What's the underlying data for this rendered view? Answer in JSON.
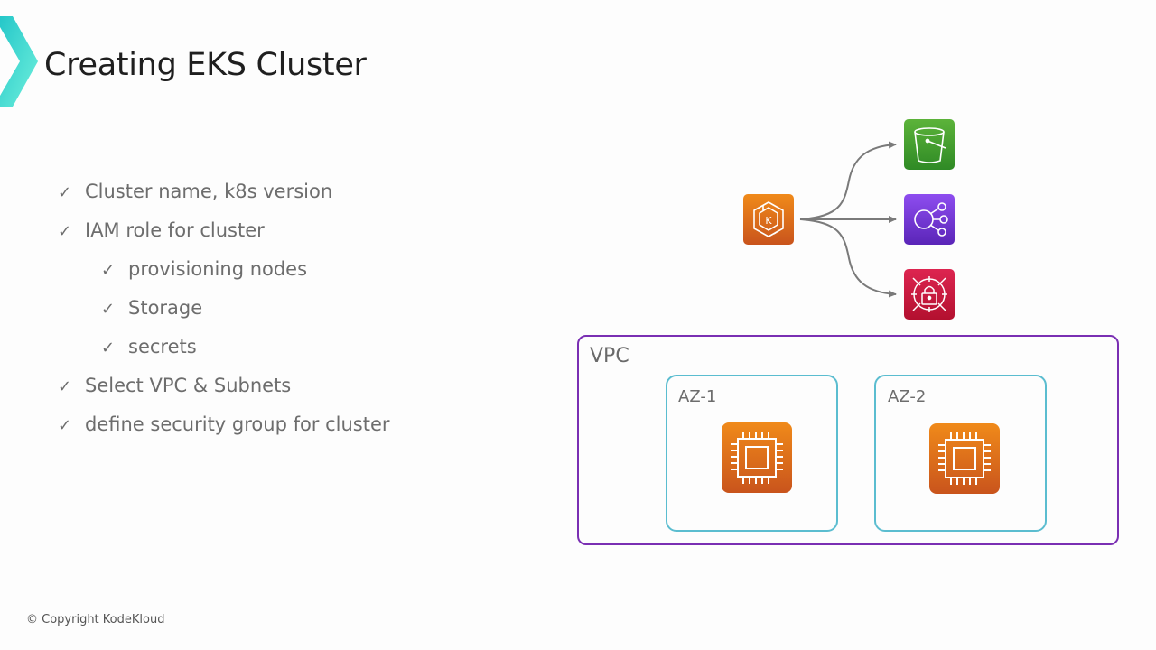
{
  "slide": {
    "title": "Creating EKS Cluster",
    "copyright": "© Copyright KodeKloud"
  },
  "bullets": [
    {
      "text": "Cluster name, k8s version",
      "level": 1
    },
    {
      "text": "IAM role for cluster",
      "level": 1
    },
    {
      "text": "provisioning nodes",
      "level": 2
    },
    {
      "text": "Storage",
      "level": 2
    },
    {
      "text": "secrets",
      "level": 2
    },
    {
      "text": "Select VPC & Subnets",
      "level": 1
    },
    {
      "text": "define security group for cluster",
      "level": 1
    }
  ],
  "bullet_glyph": "✓",
  "diagram": {
    "source_icon": "eks-icon",
    "targets": [
      "s3-bucket-icon",
      "elastic-load-balancing-icon",
      "secrets-manager-icon"
    ],
    "vpc": {
      "label": "VPC",
      "zones": [
        {
          "label": "AZ-1",
          "icon": "ec2-instance-icon"
        },
        {
          "label": "AZ-2",
          "icon": "ec2-instance-icon"
        }
      ]
    }
  },
  "colors": {
    "accent_teal": "#3fd6d0",
    "eks_orange": "#e07b12",
    "s3_green": "#3f9a2c",
    "elb_purple": "#7a3fd0",
    "secrets_red": "#c8173e",
    "vpc_border": "#7a2fb3",
    "az_border": "#5bbdd0",
    "arrow_gray": "#7a7a7a"
  }
}
